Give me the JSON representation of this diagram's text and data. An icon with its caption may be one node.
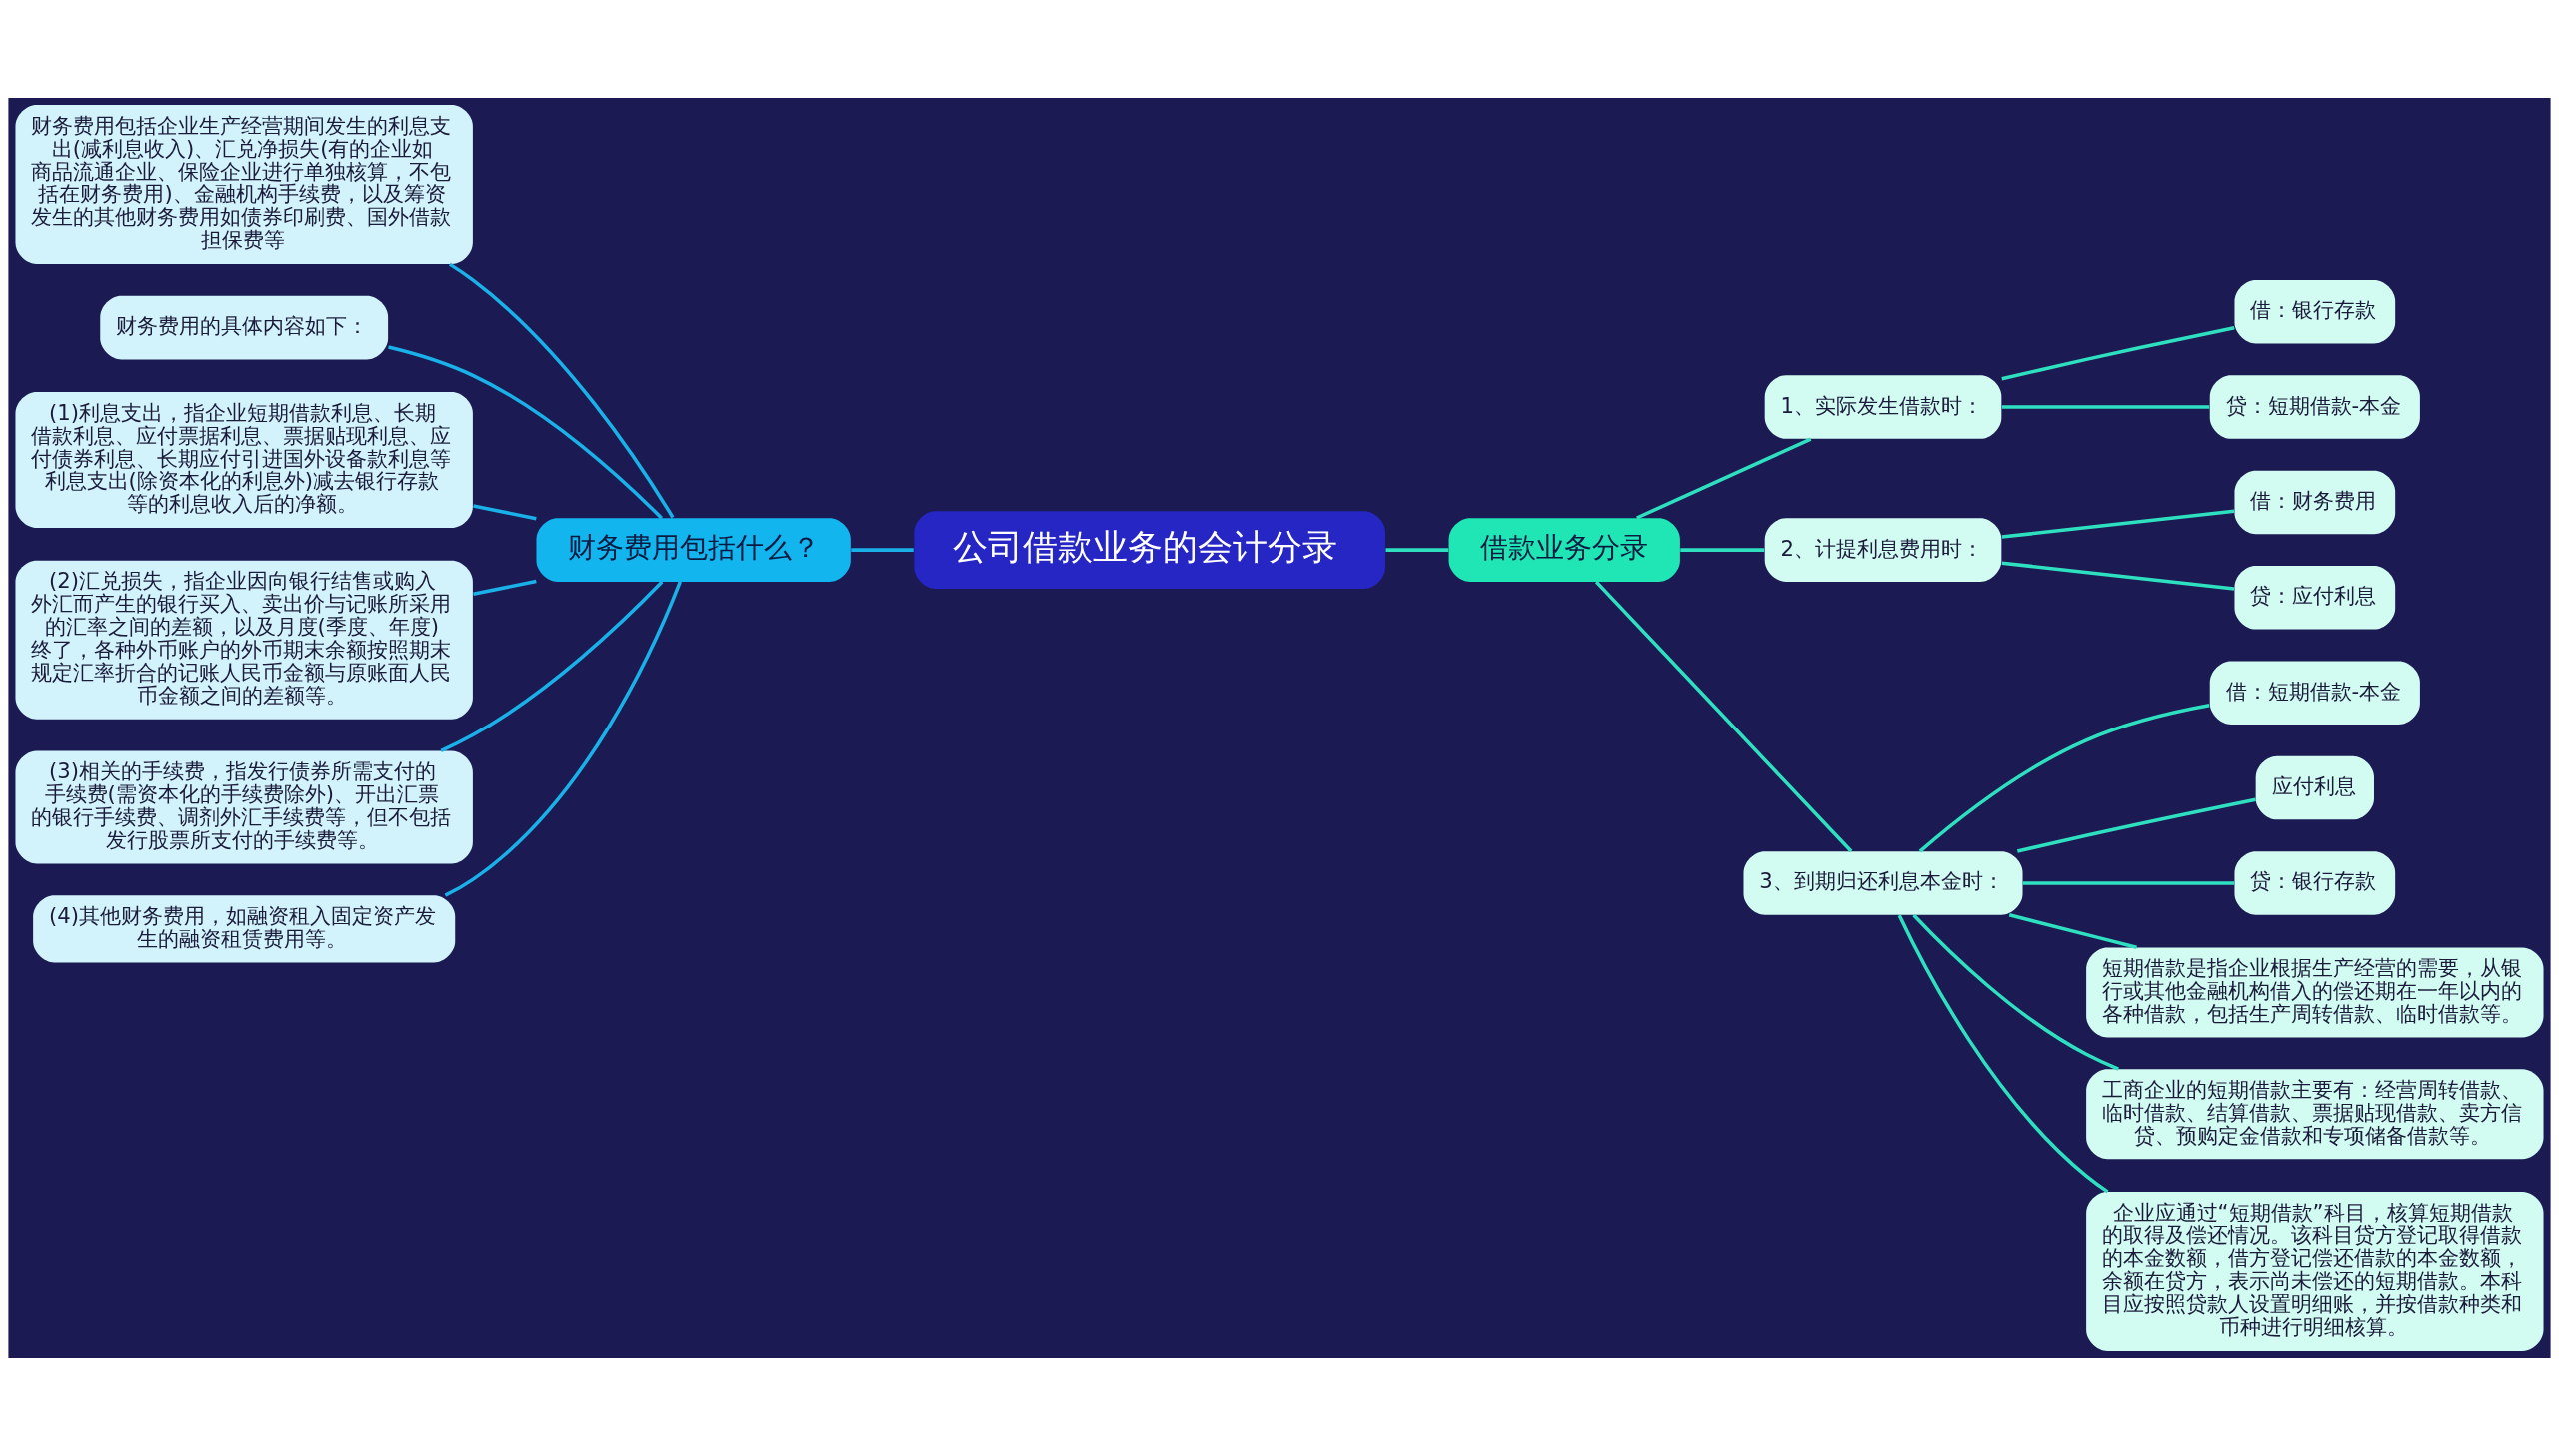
{
  "diagram": {
    "nodes": [
      {
        "text": [
          "公司借款业务的会计分录"
        ]
      },
      {
        "text": [
          "财务费用包括什么？"
        ]
      },
      {
        "text": [
          "财务费用包括企业生产经营期间发生的利息支出(减利息收入)、汇兑净损失(有的企业如商品流通企业、保险企业进行单独核算，不包括在财务费用)、金融机构手续费，以及筹资发生的其他财务费用如债券印刷费、国外借款担保费等"
        ]
      },
      {
        "text": [
          "财务费用的具体内容如下："
        ]
      },
      {
        "text": [
          "(1)利息支出，指企业短期借款利息、长期借款利息、应付票据利息、票据贴现利息、应付债券利息、长期应付引进国外设备款利息等利息支出(除资本化的利息外)减去银行存款等的利息收入后的净额。"
        ]
      },
      {
        "text": [
          "(2)汇兑损失，指企业因向银行结售或购入外汇而产生的银行买入、卖出价与记账所采用的汇率之间的差额，以及月度(季度、年度)终了，各种外币账户的外币期末余额按照期末规定汇率折合的记账人民币金额与原账面人民币金额之间的差额等。"
        ]
      },
      {
        "text": [
          "(3)相关的手续费，指发行债券所需支付的手续费(需资本化的手续费除外)、开出汇票的银行手续费、调剂外汇手续费等，但不包括发行股票所支付的手续费等。"
        ]
      },
      {
        "text": [
          "(4)其他财务费用，如融资租入固定资产发生的融资租赁费用等。"
        ]
      },
      {
        "text": [
          "借款业务分录"
        ]
      },
      {
        "text": [
          "1、实际发生借款时："
        ]
      },
      {
        "text": [
          "借：银行存款"
        ]
      },
      {
        "text": [
          "贷：短期借款-本金"
        ]
      },
      {
        "text": [
          "2、计提利息费用时："
        ]
      },
      {
        "text": [
          "借：财务费用"
        ]
      },
      {
        "text": [
          "贷：应付利息"
        ]
      },
      {
        "text": [
          "3、到期归还利息本金时："
        ]
      },
      {
        "text": [
          "借：短期借款-本金"
        ]
      },
      {
        "text": [
          "应付利息"
        ]
      },
      {
        "text": [
          "贷：银行存款"
        ]
      },
      {
        "text": [
          "短期借款是指企业根据生产经营的需要，从银行或其他金融机构借入的偿还期在一年以内的各种借款，包括生产周转借款、临时借款等。"
        ]
      },
      {
        "text": [
          "工商企业的短期借款主要有：经营周转借款、临时借款、结算借款、票据贴现借款、卖方信贷、预购定金借款和专项储备借款等。"
        ]
      },
      {
        "text": [
          "企业应通过“短期借款”科目，核算短期借款的取得及偿还情况。该科目贷方登记取得借款的本金数额，借方登记偿还借款的本金数额，余额在贷方，表示尚未偿还的短期借款。本科目应按照贷款人设置明细账，并按借款种类和币种进行明细核算。"
        ]
      }
    ],
    "edges": [
      {
        "from": 0,
        "to": 1,
        "arrow": "none",
        "color": "#1ab0e8"
      },
      {
        "from": 1,
        "to": 2,
        "arrow": "none",
        "color": "#1ab0e8"
      },
      {
        "from": 1,
        "to": 3,
        "arrow": "none",
        "color": "#1ab0e8"
      },
      {
        "from": 1,
        "to": 4,
        "arrow": "none",
        "color": "#1ab0e8"
      },
      {
        "from": 1,
        "to": 5,
        "arrow": "none",
        "color": "#1ab0e8"
      },
      {
        "from": 1,
        "to": 6,
        "arrow": "none",
        "color": "#1ab0e8"
      },
      {
        "from": 1,
        "to": 7,
        "arrow": "none",
        "color": "#1ab0e8"
      },
      {
        "from": 0,
        "to": 8,
        "arrow": "none"
      },
      {
        "from": 8,
        "to": 9,
        "arrow": "none"
      },
      {
        "from": 9,
        "to": 10,
        "arrow": "none"
      },
      {
        "from": 9,
        "to": 11,
        "arrow": "none"
      },
      {
        "from": 8,
        "to": 12,
        "arrow": "none"
      },
      {
        "from": 12,
        "to": 13,
        "arrow": "none"
      },
      {
        "from": 12,
        "to": 14,
        "arrow": "none"
      },
      {
        "from": 8,
        "to": 15,
        "arrow": "none"
      },
      {
        "from": 15,
        "to": 16,
        "arrow": "none"
      },
      {
        "from": 15,
        "to": 17,
        "arrow": "none"
      },
      {
        "from": 15,
        "to": 18,
        "arrow": "none"
      },
      {
        "from": 15,
        "to": 19,
        "arrow": "none"
      },
      {
        "from": 15,
        "to": 20,
        "arrow": "none"
      },
      {
        "from": 15,
        "to": 21,
        "arrow": "none"
      }
    ]
  }
}
